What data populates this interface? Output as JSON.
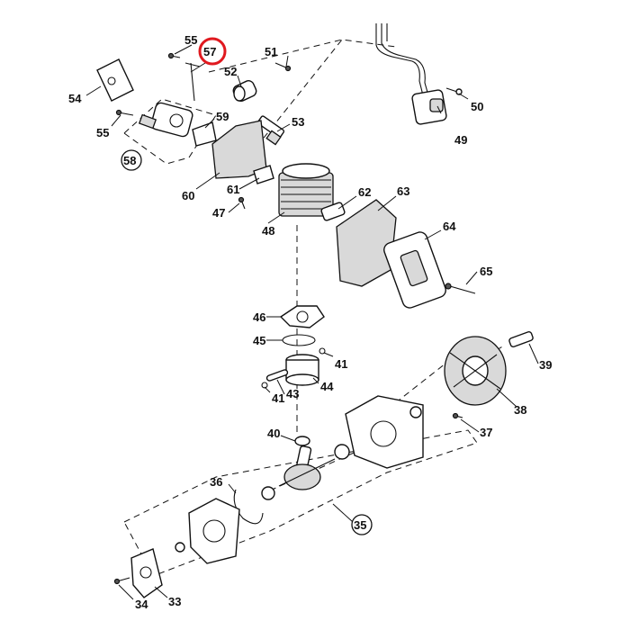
{
  "diagram": {
    "highlight_color": "#e0191f",
    "callouts": {
      "p33": "33",
      "p34": "34",
      "p35": "35",
      "p36": "36",
      "p37": "37",
      "p38": "38",
      "p39": "39",
      "p40": "40",
      "p41a": "41",
      "p41b": "41",
      "p43": "43",
      "p44": "44",
      "p45": "45",
      "p46": "46",
      "p47": "47",
      "p48": "48",
      "p49": "49",
      "p50": "50",
      "p51": "51",
      "p52": "52",
      "p53": "53",
      "p54": "54",
      "p55a": "55",
      "p55b": "55",
      "p57": "57",
      "p58": "58",
      "p59": "59",
      "p60": "60",
      "p61": "61",
      "p62": "62",
      "p63": "63",
      "p64": "64",
      "p65": "65"
    }
  }
}
